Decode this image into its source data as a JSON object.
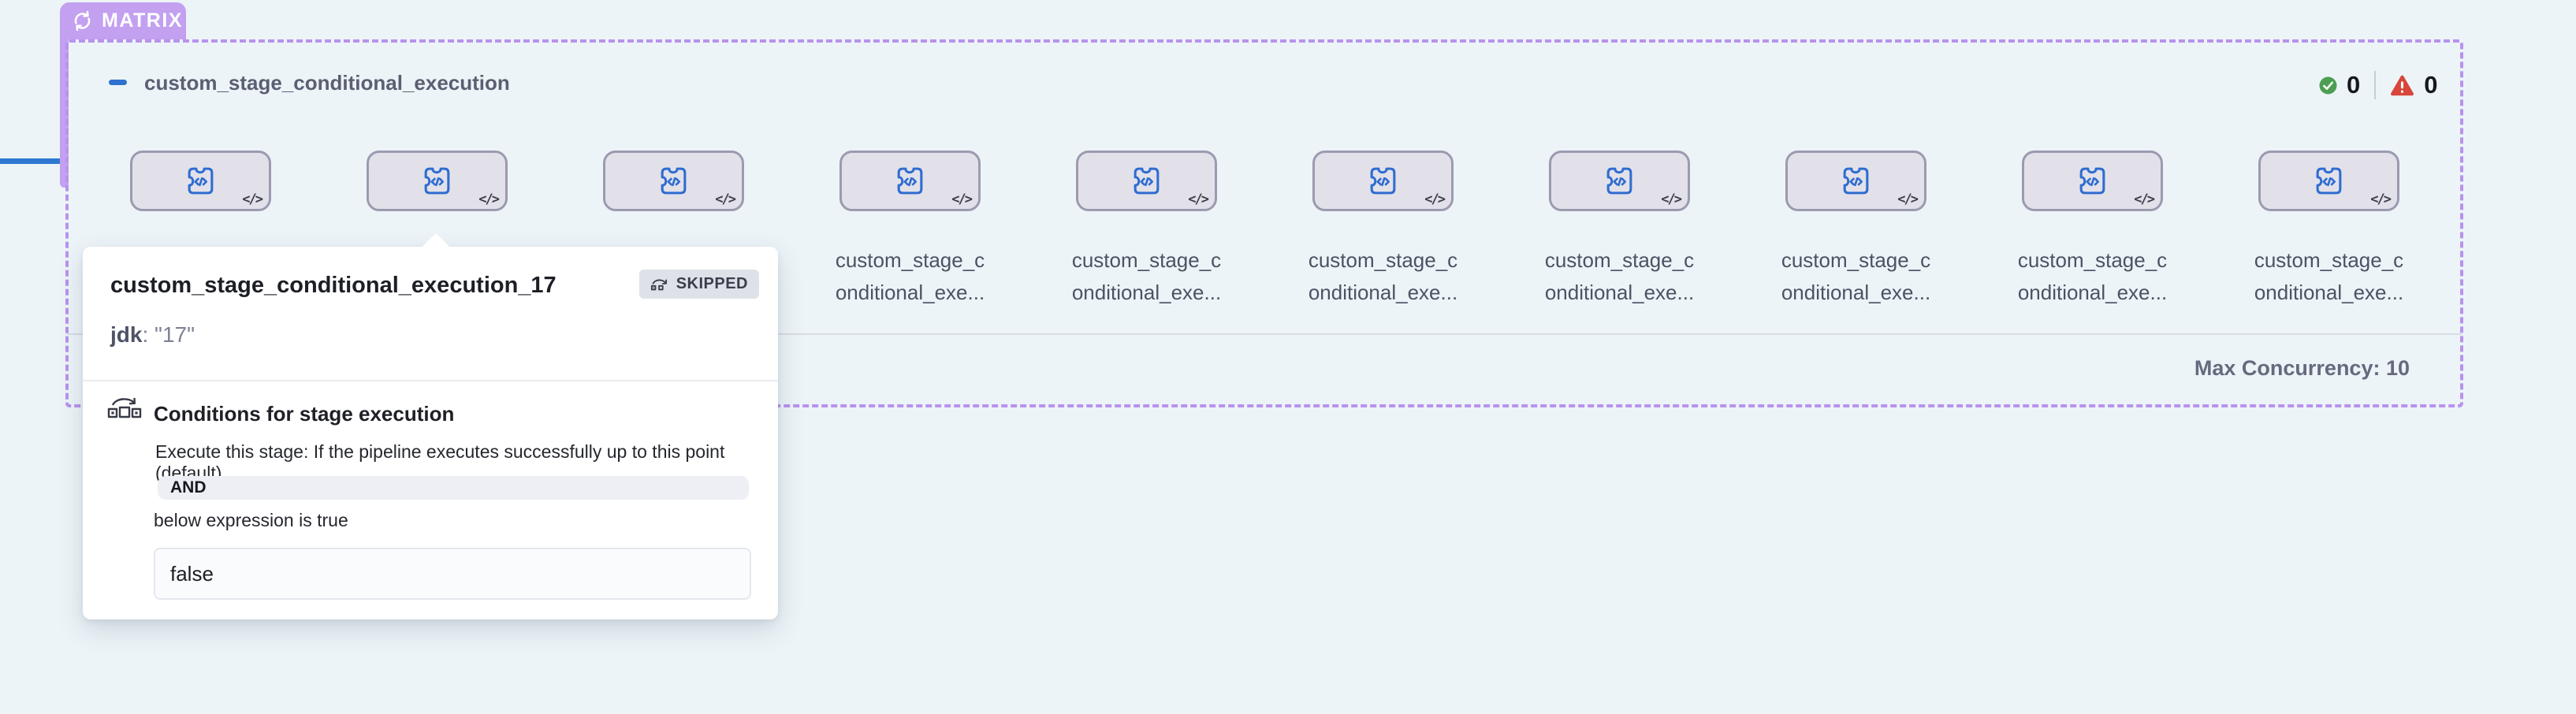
{
  "matrix": {
    "badge_label": "MATRIX",
    "title": "custom_stage_conditional_execution",
    "success_count": "0",
    "failed_count": "0",
    "node_count": 10,
    "stage_label_line1": "custom_stage_c",
    "stage_label_line2": "onditional_exe...",
    "max_concurrency_label": "Max Concurrency: 10"
  },
  "tooltip": {
    "title": "custom_stage_conditional_execution_17",
    "status_label": "SKIPPED",
    "param_key": "jdk",
    "param_value": ": \"17\"",
    "conditions": {
      "heading": "Conditions for stage execution",
      "description": "Execute this stage: If the pipeline executes successfully up to this point (default)",
      "operator": "AND",
      "subtext": "below expression is true",
      "expression": "false"
    }
  },
  "icons": {
    "matrix_badge": "loop-icon",
    "node": "code-puzzle-icon",
    "status_ok": "check-circle-icon",
    "status_fail": "warning-triangle-icon",
    "skipped": "skip-arrow-icon",
    "conditions": "skip-stages-icon"
  },
  "colors": {
    "page_bg": "#ecf4f8",
    "matrix_purple": "#c3a0f0",
    "dashed_border": "#b893ee",
    "node_fill": "#e2e1ea",
    "node_border": "#9c9aaf",
    "node_icon_blue": "#2f6dd0",
    "connector_blue": "#2e78d2",
    "success_green": "#4d9e52",
    "fail_red": "#d9453a"
  }
}
